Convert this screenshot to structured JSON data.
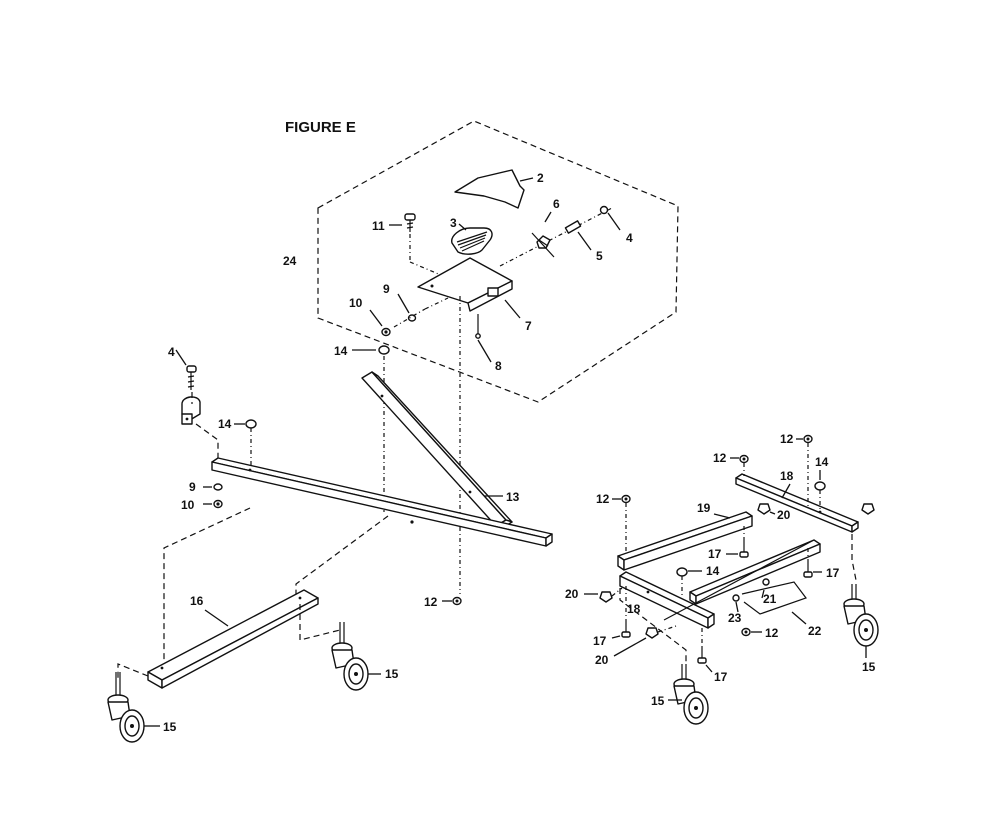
{
  "figure": {
    "title": "FIGURE E"
  },
  "callouts": {
    "c2": "2",
    "c3": "3",
    "c4a": "4",
    "c5": "5",
    "c6": "6",
    "c7": "7",
    "c8": "8",
    "c9a": "9",
    "c10a": "10",
    "c11": "11",
    "c24": "24",
    "c14a": "14",
    "c4b": "4",
    "c14b": "14",
    "c9b": "9",
    "c10b": "10",
    "c13": "13",
    "c16": "16",
    "c12a": "12",
    "c15a": "15",
    "c15b": "15",
    "c12b": "12",
    "c12c": "12",
    "c14c": "14",
    "c18a": "18",
    "c12d": "12",
    "c19": "19",
    "c20a": "20",
    "c17a": "17",
    "c17b": "17",
    "c14d": "14",
    "c20b": "20",
    "c18b": "18",
    "c21": "21",
    "c23": "23",
    "c12e": "12",
    "c22": "22",
    "c17c": "17",
    "c20c": "20",
    "c17d": "17",
    "c15c": "15",
    "c15d": "15"
  }
}
